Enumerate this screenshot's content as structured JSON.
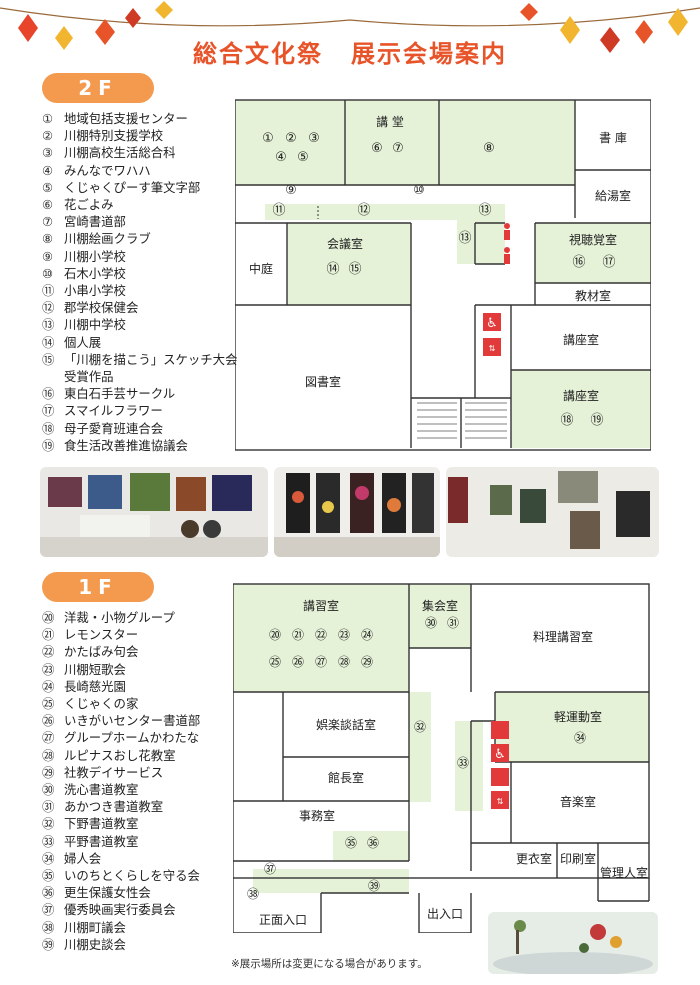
{
  "title_part1": "総合文化祭",
  "title_part2": "展示会場案内",
  "floor2": {
    "label": "2F",
    "exhibitors": [
      {
        "num": "①",
        "name": "地域包括支援センター"
      },
      {
        "num": "②",
        "name": "川棚特別支援学校"
      },
      {
        "num": "③",
        "name": "川棚高校生活総合科"
      },
      {
        "num": "④",
        "name": "みんなでワハハ"
      },
      {
        "num": "⑤",
        "name": "くじゃくぴーす筆文字部"
      },
      {
        "num": "⑥",
        "name": "花ごよみ"
      },
      {
        "num": "⑦",
        "name": "宮崎書道部"
      },
      {
        "num": "⑧",
        "name": "川棚絵画クラブ"
      },
      {
        "num": "⑨",
        "name": "川棚小学校"
      },
      {
        "num": "⑩",
        "name": "石木小学校"
      },
      {
        "num": "⑪",
        "name": "小串小学校"
      },
      {
        "num": "⑫",
        "name": "郡学校保健会"
      },
      {
        "num": "⑬",
        "name": "川棚中学校"
      },
      {
        "num": "⑭",
        "name": "個人展"
      },
      {
        "num": "⑮",
        "name": "「川棚を描こう」スケッチ大会"
      },
      {
        "num": "",
        "name": "受賞作品"
      },
      {
        "num": "⑯",
        "name": "東白石手芸サークル"
      },
      {
        "num": "⑰",
        "name": "スマイルフラワー"
      },
      {
        "num": "⑱",
        "name": "母子愛育班連合会"
      },
      {
        "num": "⑲",
        "name": "食生活改善推進協議会"
      }
    ],
    "rooms": {
      "auditorium": "講 堂",
      "library_storage": "書 庫",
      "kitchenette": "給湯室",
      "meeting_room": "会議室",
      "courtyard": "中庭",
      "av_room": "視聴覚室",
      "materials_room": "教材室",
      "lecture_room": "講座室",
      "lecture_room2": "講座室",
      "library": "図書室"
    }
  },
  "floor1": {
    "label": "1F",
    "exhibitors": [
      {
        "num": "⑳",
        "name": "洋裁・小物グループ"
      },
      {
        "num": "㉑",
        "name": "レモンスター"
      },
      {
        "num": "㉒",
        "name": "かたばみ句会"
      },
      {
        "num": "㉓",
        "name": "川棚短歌会"
      },
      {
        "num": "㉔",
        "name": "長崎慈光園"
      },
      {
        "num": "㉕",
        "name": "くじゃくの家"
      },
      {
        "num": "㉖",
        "name": "いきがいセンター書道部"
      },
      {
        "num": "㉗",
        "name": "グループホームかわたな"
      },
      {
        "num": "㉘",
        "name": "ルピナスおし花教室"
      },
      {
        "num": "㉙",
        "name": "社教デイサービス"
      },
      {
        "num": "㉚",
        "name": "洗心書道教室"
      },
      {
        "num": "㉛",
        "name": "あかつき書道教室"
      },
      {
        "num": "㉜",
        "name": "下野書道教室"
      },
      {
        "num": "㉝",
        "name": "平野書道教室"
      },
      {
        "num": "㉞",
        "name": "婦人会"
      },
      {
        "num": "㉟",
        "name": "いのちとくらしを守る会"
      },
      {
        "num": "㊱",
        "name": "更生保護女性会"
      },
      {
        "num": "㊲",
        "name": "優秀映画実行委員会"
      },
      {
        "num": "㊳",
        "name": "川棚町議会"
      },
      {
        "num": "㊴",
        "name": "川棚史談会"
      }
    ],
    "rooms": {
      "training_room": "講習室",
      "assembly_room": "集会室",
      "cooking_room": "料理講習室",
      "recreation_room": "娯楽談話室",
      "light_exercise_room": "軽運動室",
      "director_room": "館長室",
      "music_room": "音楽室",
      "office": "事務室",
      "changing_room": "更衣室",
      "print_room": "印刷室",
      "manager_room": "管理人室",
      "main_entrance": "正面入口",
      "entrance_exit": "出入口"
    }
  },
  "map2_labels": [
    "①",
    "②",
    "③",
    "④",
    "⑤",
    "⑥",
    "⑦",
    "⑧",
    "⑨",
    "⑩",
    "⑪",
    "⑫",
    "⑬",
    "⑬",
    "⑭",
    "⑮",
    "⑯",
    "⑰",
    "⑱",
    "⑲"
  ],
  "map1_labels": [
    "⑳",
    "㉑",
    "㉒",
    "㉓",
    "㉔",
    "㉕",
    "㉖",
    "㉗",
    "㉘",
    "㉙",
    "㉚",
    "㉛",
    "㉜",
    "㉝",
    "㉞",
    "㉟",
    "㊱",
    "㊲",
    "㊳",
    "㊴"
  ],
  "note": "※展示場所は変更になる場合があります。",
  "colors": {
    "title": "#e8542a",
    "badge": "#f39a4f",
    "exhibit_area": "#e6f2d8"
  }
}
